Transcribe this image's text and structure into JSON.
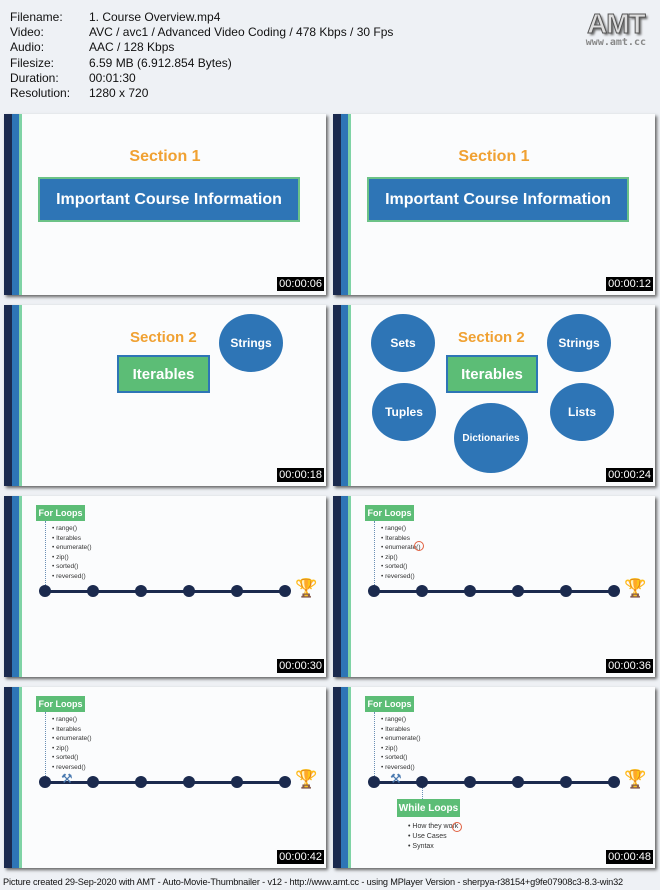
{
  "info": [
    {
      "key": "Filename:",
      "value": "1. Course Overview.mp4"
    },
    {
      "key": "Video:",
      "value": "AVC / avc1 / Advanced Video Coding / 478 Kbps / 30 Fps"
    },
    {
      "key": "Audio:",
      "value": "AAC / 128 Kbps"
    },
    {
      "key": "Filesize:",
      "value": "6.59 MB (6.912.854 Bytes)"
    },
    {
      "key": "Duration:",
      "value": "00:01:30"
    },
    {
      "key": "Resolution:",
      "value": "1280 x 720"
    }
  ],
  "logo": {
    "text": "AMT",
    "url": "www.amt.cc"
  },
  "frames": [
    {
      "type": "section1",
      "timestamp": "00:00:06",
      "section": "Section 1",
      "title": "Important Course Information"
    },
    {
      "type": "section1",
      "timestamp": "00:00:12",
      "section": "Section 1",
      "title": "Important Course Information"
    },
    {
      "type": "section2a",
      "timestamp": "00:00:18",
      "section": "Section 2",
      "title": "Iterables",
      "circles": [
        "Strings"
      ]
    },
    {
      "type": "section2b",
      "timestamp": "00:00:24",
      "section": "Section 2",
      "title": "Iterables",
      "circles": [
        "Sets",
        "Strings",
        "Tuples",
        "Dictionaries",
        "Lists"
      ]
    },
    {
      "type": "loops",
      "timestamp": "00:00:30",
      "for_label": "For Loops",
      "for_items": [
        "range()",
        "Iterables",
        "enumerate()",
        "zip()",
        "sorted()",
        "reversed()"
      ]
    },
    {
      "type": "loops",
      "timestamp": "00:00:36",
      "for_label": "For Loops",
      "for_items": [
        "range()",
        "Iterables",
        "enumerate()",
        "zip()",
        "sorted()",
        "reversed()"
      ],
      "cursor": true
    },
    {
      "type": "loops",
      "timestamp": "00:00:42",
      "for_label": "For Loops",
      "for_items": [
        "range()",
        "Iterables",
        "enumerate()",
        "zip()",
        "sorted()",
        "reversed()"
      ],
      "tools": true
    },
    {
      "type": "loops",
      "timestamp": "00:00:48",
      "for_label": "For Loops",
      "for_items": [
        "range()",
        "Iterables",
        "enumerate()",
        "zip()",
        "sorted()",
        "reversed()"
      ],
      "tools": true,
      "while_label": "While Loops",
      "while_items": [
        "How they work",
        "Use Cases",
        "Syntax"
      ]
    }
  ],
  "footer": "Picture created 29-Sep-2020 with AMT - Auto-Movie-Thumbnailer - v12 - http://www.amt.cc - using MPlayer Version - sherpya-r38154+g9fe07908c3-8.3-win32"
}
